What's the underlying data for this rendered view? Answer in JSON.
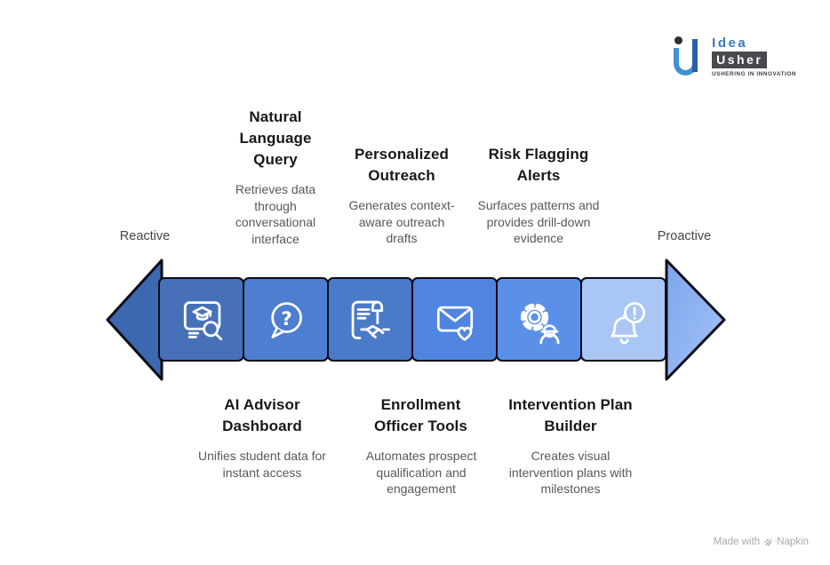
{
  "logo": {
    "idea": "Idea",
    "usher": "Usher",
    "tagline": "USHERING IN INNOVATION"
  },
  "axis": {
    "left": "Reactive",
    "right": "Proactive"
  },
  "top_features": [
    {
      "title": "Natural Language Query",
      "description": "Retrieves data through conversational interface"
    },
    {
      "title": "Personalized Outreach",
      "description": "Generates context-aware outreach drafts"
    },
    {
      "title": "Risk Flagging Alerts",
      "description": "Surfaces patterns and provides drill-down evidence"
    }
  ],
  "bottom_features": [
    {
      "title": "AI Advisor Dashboard",
      "description": "Unifies student data for instant access"
    },
    {
      "title": "Enrollment Officer Tools",
      "description": "Automates prospect qualification and engagement"
    },
    {
      "title": "Intervention Plan Builder",
      "description": "Creates visual intervention plans with milestones"
    }
  ],
  "arrow": {
    "left_head_color": "#3c68af",
    "right_head_color_start": "#7ca6ee",
    "right_head_color_end": "#a6c3f5",
    "outline_color": "#0b0b16",
    "icon_stroke_color": "#ffffff",
    "boxes": [
      {
        "icon": "dashboard-search-icon",
        "color": "#4671b8"
      },
      {
        "icon": "question-bubble-icon",
        "color": "#4d7ecf"
      },
      {
        "icon": "contract-handshake-icon",
        "color": "#4a7bc9"
      },
      {
        "icon": "envelope-heart-icon",
        "color": "#4f85e1"
      },
      {
        "icon": "gear-worker-icon",
        "color": "#5b90e9"
      },
      {
        "icon": "bell-alert-icon",
        "color": "#a9c6f4"
      }
    ]
  },
  "footer": {
    "made_with": "Made with",
    "brand": "Napkin"
  }
}
